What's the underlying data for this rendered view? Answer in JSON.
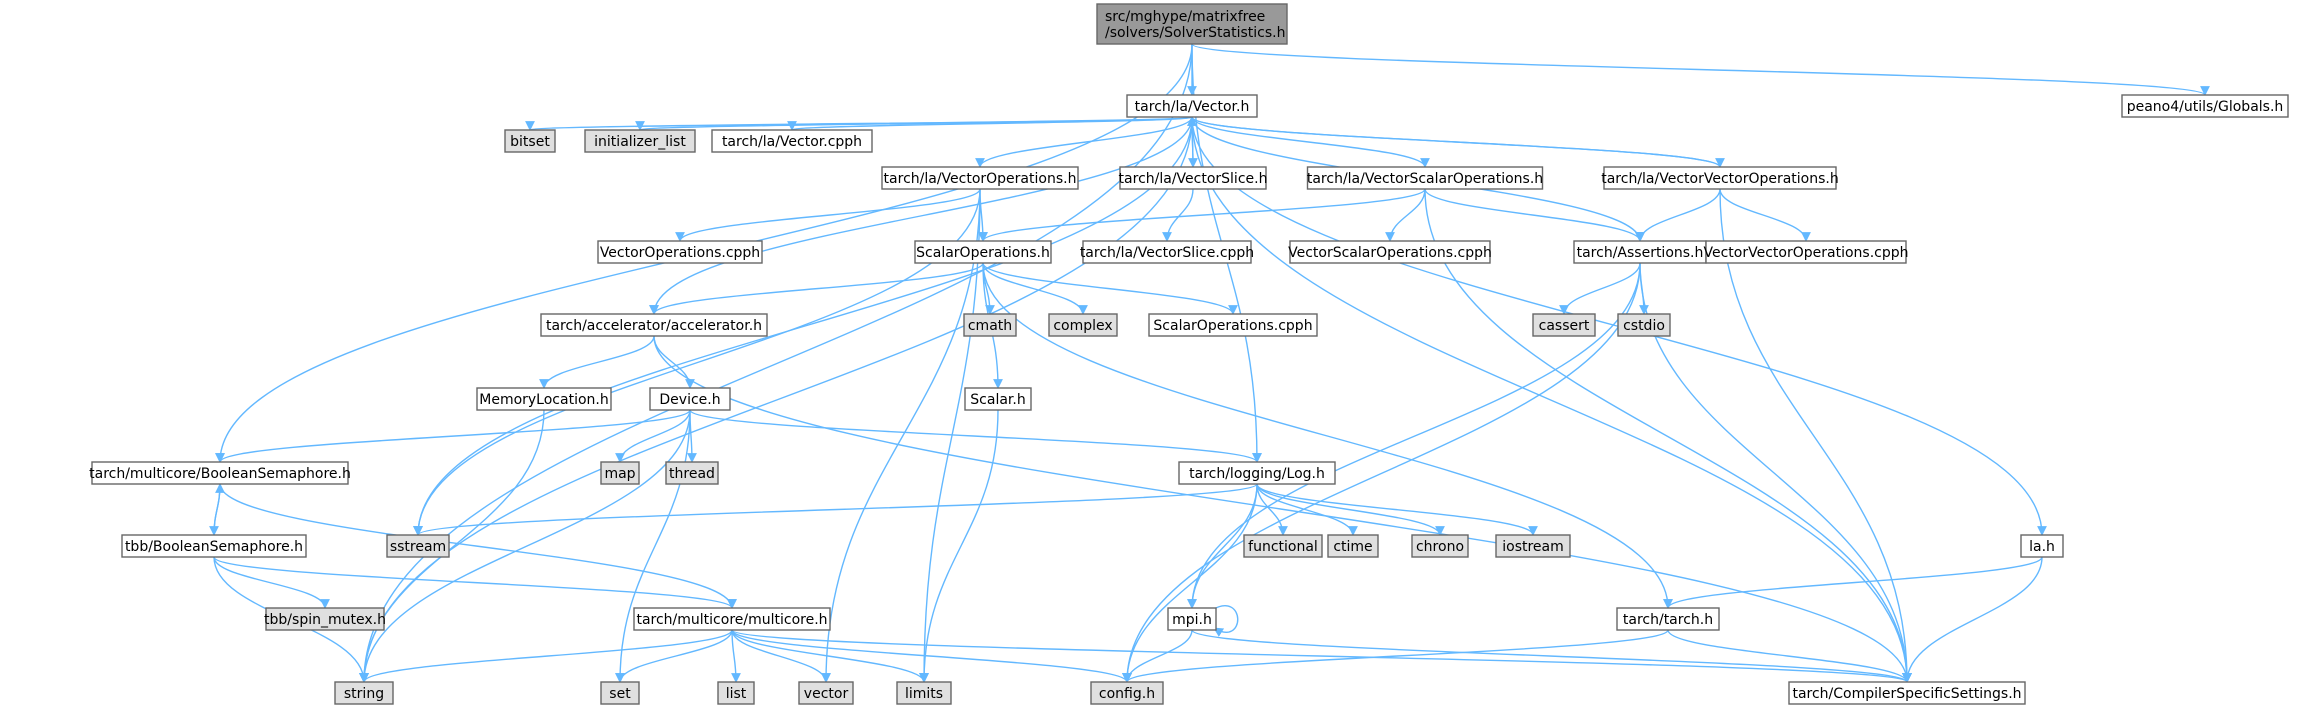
{
  "graph": {
    "colors": {
      "edge": "#63b8ff",
      "node_fill": "#ffffff",
      "node_border": "#666666",
      "root_fill": "#999999",
      "system_fill": "#e0e0e0"
    },
    "nodes": [
      {
        "id": "root",
        "label": "src/mghype/matrixfree\n/solvers/SolverStatistics.h",
        "kind": "root"
      },
      {
        "id": "vector_h",
        "label": "tarch/la/Vector.h",
        "kind": "file"
      },
      {
        "id": "globals_h",
        "label": "peano4/utils/Globals.h",
        "kind": "file"
      },
      {
        "id": "bitset",
        "label": "bitset",
        "kind": "system"
      },
      {
        "id": "initializer_list",
        "label": "initializer_list",
        "kind": "system"
      },
      {
        "id": "vector_cpph",
        "label": "tarch/la/Vector.cpph",
        "kind": "file"
      },
      {
        "id": "vectorops_h",
        "label": "tarch/la/VectorOperations.h",
        "kind": "file"
      },
      {
        "id": "vectorslice_h",
        "label": "tarch/la/VectorSlice.h",
        "kind": "file"
      },
      {
        "id": "vectorscalarops_h",
        "label": "tarch/la/VectorScalarOperations.h",
        "kind": "file"
      },
      {
        "id": "vectorvectorops_h",
        "label": "tarch/la/VectorVectorOperations.h",
        "kind": "file"
      },
      {
        "id": "vectorops_cpph",
        "label": "VectorOperations.cpph",
        "kind": "file"
      },
      {
        "id": "scalarops_h",
        "label": "ScalarOperations.h",
        "kind": "file"
      },
      {
        "id": "vectorslice_cpph",
        "label": "tarch/la/VectorSlice.cpph",
        "kind": "file"
      },
      {
        "id": "vectorscalarops_cpph",
        "label": "VectorScalarOperations.cpph",
        "kind": "file"
      },
      {
        "id": "assertions_h",
        "label": "tarch/Assertions.h",
        "kind": "file"
      },
      {
        "id": "vectorvectorops_cpph",
        "label": "VectorVectorOperations.cpph",
        "kind": "file"
      },
      {
        "id": "accelerator_h",
        "label": "tarch/accelerator/accelerator.h",
        "kind": "file"
      },
      {
        "id": "cmath",
        "label": "cmath",
        "kind": "system"
      },
      {
        "id": "complex",
        "label": "complex",
        "kind": "system"
      },
      {
        "id": "scalarops_cpph",
        "label": "ScalarOperations.cpph",
        "kind": "file"
      },
      {
        "id": "cassert",
        "label": "cassert",
        "kind": "system"
      },
      {
        "id": "cstdio",
        "label": "cstdio",
        "kind": "system"
      },
      {
        "id": "memorylocation_h",
        "label": "MemoryLocation.h",
        "kind": "file"
      },
      {
        "id": "device_h",
        "label": "Device.h",
        "kind": "file"
      },
      {
        "id": "scalar_h",
        "label": "Scalar.h",
        "kind": "file"
      },
      {
        "id": "boolsem_h",
        "label": "tarch/multicore/BooleanSemaphore.h",
        "kind": "file"
      },
      {
        "id": "map",
        "label": "map",
        "kind": "system"
      },
      {
        "id": "thread",
        "label": "thread",
        "kind": "system"
      },
      {
        "id": "log_h",
        "label": "tarch/logging/Log.h",
        "kind": "file"
      },
      {
        "id": "sstream",
        "label": "sstream",
        "kind": "system"
      },
      {
        "id": "tbb_boolsem_h",
        "label": "tbb/BooleanSemaphore.h",
        "kind": "file"
      },
      {
        "id": "functional",
        "label": "functional",
        "kind": "system"
      },
      {
        "id": "ctime",
        "label": "ctime",
        "kind": "system"
      },
      {
        "id": "chrono",
        "label": "chrono",
        "kind": "system"
      },
      {
        "id": "iostream",
        "label": "iostream",
        "kind": "system"
      },
      {
        "id": "la_h",
        "label": "la.h",
        "kind": "file"
      },
      {
        "id": "tbb_spin_mutex_h",
        "label": "tbb/spin_mutex.h",
        "kind": "system"
      },
      {
        "id": "multicore_h",
        "label": "tarch/multicore/multicore.h",
        "kind": "file"
      },
      {
        "id": "mpi_h",
        "label": "mpi.h",
        "kind": "file"
      },
      {
        "id": "tarch_h",
        "label": "tarch/tarch.h",
        "kind": "file"
      },
      {
        "id": "string",
        "label": "string",
        "kind": "system"
      },
      {
        "id": "set",
        "label": "set",
        "kind": "system"
      },
      {
        "id": "list",
        "label": "list",
        "kind": "system"
      },
      {
        "id": "vector",
        "label": "vector",
        "kind": "system"
      },
      {
        "id": "limits",
        "label": "limits",
        "kind": "system"
      },
      {
        "id": "config_h",
        "label": "config.h",
        "kind": "system"
      },
      {
        "id": "compiler_h",
        "label": "tarch/CompilerSpecificSettings.h",
        "kind": "file"
      }
    ],
    "edges": [
      [
        "root",
        "vector_h"
      ],
      [
        "root",
        "globals_h"
      ],
      [
        "root",
        "string"
      ],
      [
        "root",
        "boolsem_h"
      ],
      [
        "root",
        "log_h"
      ],
      [
        "vector_h",
        "bitset"
      ],
      [
        "vector_h",
        "initializer_list"
      ],
      [
        "vector_h",
        "vector_cpph"
      ],
      [
        "vector_h",
        "vectorops_h"
      ],
      [
        "vector_h",
        "vectorslice_h"
      ],
      [
        "vector_h",
        "vectorscalarops_h"
      ],
      [
        "vector_h",
        "vectorvectorops_h"
      ],
      [
        "vector_h",
        "assertions_h"
      ],
      [
        "vector_h",
        "accelerator_h"
      ],
      [
        "vector_h",
        "sstream"
      ],
      [
        "vector_h",
        "string"
      ],
      [
        "vector_h",
        "la_h"
      ],
      [
        "vector_h",
        "compiler_h"
      ],
      [
        "vectorslice_h",
        "vector_h"
      ],
      [
        "vectorslice_h",
        "vectorslice_cpph"
      ],
      [
        "vectorvectorops_h",
        "vector_h"
      ],
      [
        "vectorvectorops_h",
        "assertions_h"
      ],
      [
        "vectorvectorops_h",
        "vectorvectorops_cpph"
      ],
      [
        "vectorvectorops_h",
        "compiler_h"
      ],
      [
        "vectorops_h",
        "vectorops_cpph"
      ],
      [
        "vectorops_h",
        "scalarops_h"
      ],
      [
        "vectorops_h",
        "sstream"
      ],
      [
        "vectorops_h",
        "vector"
      ],
      [
        "vectorops_h",
        "limits"
      ],
      [
        "vectorscalarops_h",
        "scalarops_h"
      ],
      [
        "vectorscalarops_h",
        "vectorscalarops_cpph"
      ],
      [
        "vectorscalarops_h",
        "assertions_h"
      ],
      [
        "vectorscalarops_h",
        "compiler_h"
      ],
      [
        "scalarops_h",
        "accelerator_h"
      ],
      [
        "scalarops_h",
        "cmath"
      ],
      [
        "scalarops_h",
        "complex"
      ],
      [
        "scalarops_h",
        "scalarops_cpph"
      ],
      [
        "scalarops_h",
        "scalar_h"
      ],
      [
        "scalarops_h",
        "tarch_h"
      ],
      [
        "assertions_h",
        "cassert"
      ],
      [
        "assertions_h",
        "cstdio"
      ],
      [
        "assertions_h",
        "config_h"
      ],
      [
        "assertions_h",
        "mpi_h"
      ],
      [
        "assertions_h",
        "compiler_h"
      ],
      [
        "accelerator_h",
        "memorylocation_h"
      ],
      [
        "accelerator_h",
        "device_h"
      ],
      [
        "accelerator_h",
        "compiler_h"
      ],
      [
        "memorylocation_h",
        "string"
      ],
      [
        "device_h",
        "boolsem_h"
      ],
      [
        "device_h",
        "map"
      ],
      [
        "device_h",
        "thread"
      ],
      [
        "device_h",
        "log_h"
      ],
      [
        "device_h",
        "set"
      ],
      [
        "device_h",
        "string"
      ],
      [
        "scalar_h",
        "limits"
      ],
      [
        "boolsem_h",
        "tbb_boolsem_h"
      ],
      [
        "boolsem_h",
        "multicore_h"
      ],
      [
        "tbb_boolsem_h",
        "boolsem_h"
      ],
      [
        "tbb_boolsem_h",
        "tbb_spin_mutex_h"
      ],
      [
        "tbb_boolsem_h",
        "multicore_h"
      ],
      [
        "tbb_boolsem_h",
        "string"
      ],
      [
        "log_h",
        "sstream"
      ],
      [
        "log_h",
        "functional"
      ],
      [
        "log_h",
        "ctime"
      ],
      [
        "log_h",
        "chrono"
      ],
      [
        "log_h",
        "iostream"
      ],
      [
        "log_h",
        "mpi_h"
      ],
      [
        "log_h",
        "config_h"
      ],
      [
        "la_h",
        "tarch_h"
      ],
      [
        "la_h",
        "compiler_h"
      ],
      [
        "multicore_h",
        "string"
      ],
      [
        "multicore_h",
        "set"
      ],
      [
        "multicore_h",
        "list"
      ],
      [
        "multicore_h",
        "vector"
      ],
      [
        "multicore_h",
        "limits"
      ],
      [
        "multicore_h",
        "config_h"
      ],
      [
        "multicore_h",
        "compiler_h"
      ],
      [
        "mpi_h",
        "mpi_h"
      ],
      [
        "mpi_h",
        "config_h"
      ],
      [
        "mpi_h",
        "compiler_h"
      ],
      [
        "tarch_h",
        "config_h"
      ],
      [
        "tarch_h",
        "compiler_h"
      ]
    ]
  }
}
